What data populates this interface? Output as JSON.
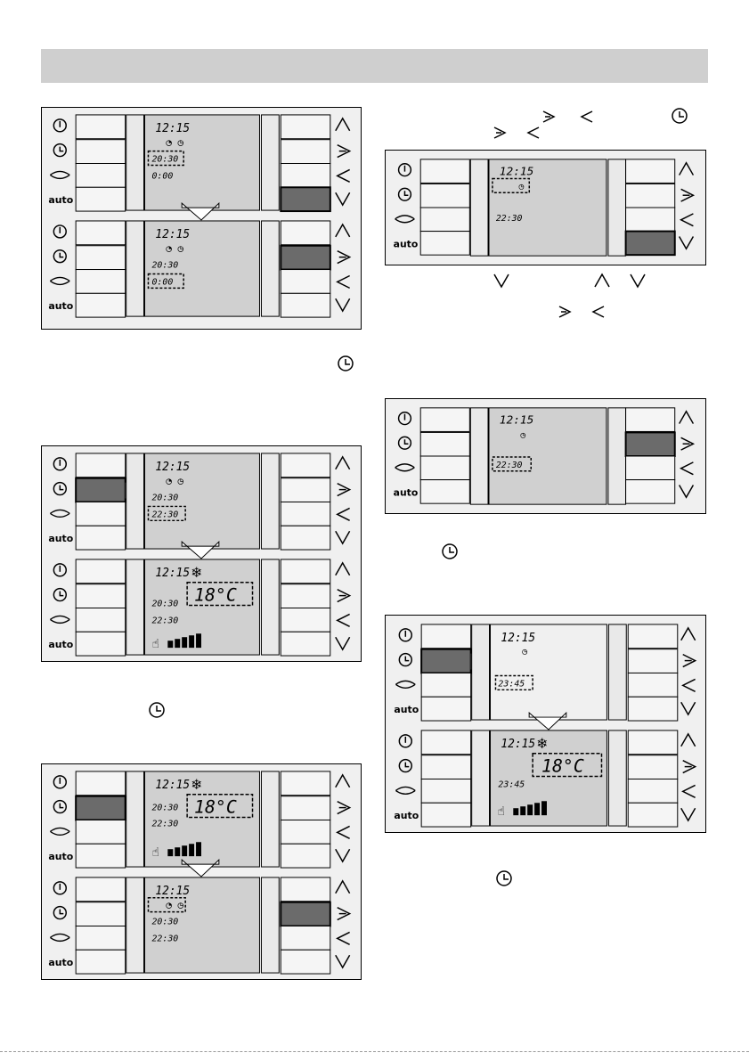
{
  "page": {
    "header_bar": true
  },
  "icons": {
    "power": "power-icon",
    "clock": "clock-icon",
    "swing": "swing-icon",
    "auto_label": "auto",
    "up": "chevron-up-icon",
    "left_arrow": "arrow-right-icon",
    "right_arrow": "arrow-left-icon",
    "down": "chevron-down-icon",
    "snowflake": "snowflake-icon",
    "hand": "hand-icon"
  },
  "displays": {
    "p1a": {
      "time": "12:15",
      "timer_on": "20:30",
      "timer_off": "0:00"
    },
    "p1b": {
      "time": "12:15",
      "timer_on": "20:30",
      "timer_off": "0:00"
    },
    "p2a": {
      "time": "12:15",
      "timer_on": "20:30",
      "timer_off": "22:30"
    },
    "p2b": {
      "time": "12:15",
      "timer_on": "20:30",
      "timer_off": "22:30",
      "temp": "18°C"
    },
    "p3a": {
      "time": "12:15",
      "timer_on": "20:30",
      "timer_off": "22:30",
      "temp": "18°C"
    },
    "p3b": {
      "time": "12:15",
      "timer_on": "20:30",
      "timer_off": "22:30"
    },
    "p4": {
      "time": "12:15",
      "timer_off": "22:30"
    },
    "p5": {
      "time": "12:15",
      "timer_off": "22:30"
    },
    "p6a": {
      "time": "12:15",
      "timer_off": "23:45"
    },
    "p6b": {
      "time": "12:15",
      "timer_off": "23:45",
      "temp": "18°C"
    }
  },
  "colors": {
    "pressed": "#6b6b6b",
    "lcd_bg": "#d0d0d0",
    "panel_bg": "#f0f0f0",
    "button_bg": "#f5f5f5",
    "header": "#cfcfcf"
  }
}
